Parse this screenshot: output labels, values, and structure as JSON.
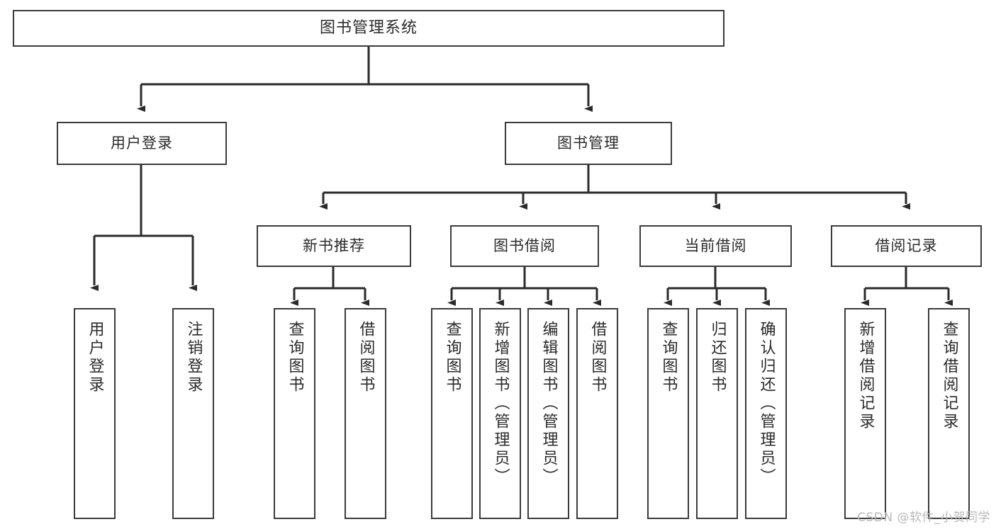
{
  "diagram": {
    "title": "图书管理系统",
    "type": "tree",
    "watermark": "CSDN @软件_小贺同学",
    "colors": {
      "box_border": "#3b3b3b",
      "box_fill": "#ffffff",
      "connector": "#2b2b2b",
      "text": "#2b2b2b",
      "watermark": "#b9b9b9",
      "background": "#ffffff"
    },
    "root": {
      "label": "图书管理系统"
    },
    "level1": [
      {
        "label": "用户登录"
      },
      {
        "label": "图书管理"
      }
    ],
    "level2": [
      {
        "label": "新书推荐"
      },
      {
        "label": "图书借阅"
      },
      {
        "label": "当前借阅"
      },
      {
        "label": "借阅记录"
      }
    ],
    "leaves": {
      "user_login": [
        {
          "label": "用户登录"
        },
        {
          "label": "注销登录"
        }
      ],
      "new_book_recommend": [
        {
          "label": "查询图书"
        },
        {
          "label": "借阅图书"
        }
      ],
      "book_borrow": [
        {
          "label": "查询图书"
        },
        {
          "label": "新增图书（管理员）"
        },
        {
          "label": "编辑图书（管理员）"
        },
        {
          "label": "借阅图书"
        }
      ],
      "current_borrow": [
        {
          "label": "查询图书"
        },
        {
          "label": "归还图书"
        },
        {
          "label": "确认归还（管理员）"
        }
      ],
      "borrow_record": [
        {
          "label": "新增借阅记录"
        },
        {
          "label": "查询借阅记录"
        }
      ]
    }
  }
}
